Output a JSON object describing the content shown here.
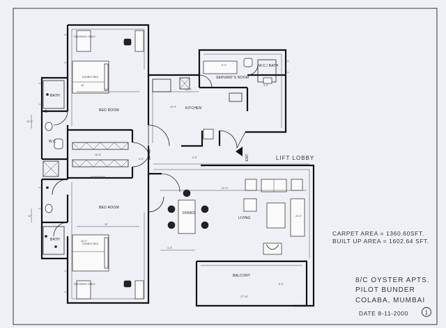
{
  "rooms": {
    "bed_top": "BED ROOM",
    "bed_bottom": "BED ROOM",
    "kitchen": "KITCHEN",
    "servant": "SERVANT'S ROOM",
    "wc_bath": "W.C./ BATH",
    "bath_top": "BATH",
    "bath_bottom": "BATH",
    "wc": "W.C.",
    "dining": "DINING",
    "living": "LIVING",
    "balcony": "BALCONY",
    "dressing_top": "DRESSING TABLE",
    "dressing_bottom": "DRESSING TABLE",
    "double_bed_top": "DOUBLE BED",
    "double_bed_bottom": "DOUBLE BED",
    "wardrobe": "WARDROBE"
  },
  "labels": {
    "lift_lobby": "LIFT LOBBY",
    "entrance": "ENT."
  },
  "areas": {
    "carpet": "CARPET AREA = 1360.60SFT.",
    "built_up": "BUILT UP AREA = 1602.64 SFT."
  },
  "title_block": {
    "line1": "8/C OYSTER APTS.",
    "line2": "PILOT BUNDER",
    "line3": "COLABA, MUMBAI",
    "date": "DATE 8-11-2000",
    "sheet_no": "1"
  },
  "dimensions": {
    "d_servant": "8'-3\"",
    "d_kitchen_w": "14'-9\"",
    "d_kitchen_h": "10'-9\"",
    "d_bath_small": "4'-3\"",
    "d_bed_top_w": "12'",
    "d_bed_top_h": "16'",
    "d_corridor": "3'-0\"",
    "d_wardrobe": "16'-6\"",
    "d_living_w": "22'-3\"",
    "d_living_h": "22'-0\"",
    "d_dining": "4'-3\"",
    "d_balcony": "17'-10\"",
    "d_balcony_h": "6'-0\"",
    "d_bed_bot_w": "12'",
    "d_bed_bot_h": "16'-3\"",
    "d_left_a": "10'-3\"",
    "d_left_b": "12'",
    "d_wc": "5'-0\""
  }
}
